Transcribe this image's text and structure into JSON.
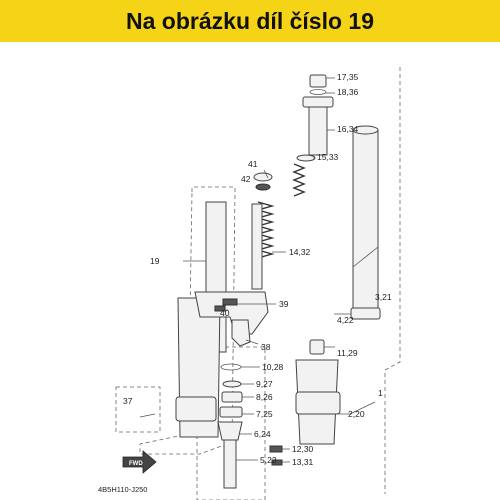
{
  "banner": {
    "title": "Na obrázku díl číslo 19"
  },
  "diagram": {
    "drawing_code": "4B5H110-J250",
    "fwd_label": "FWD",
    "callouts": {
      "c1735": "17,35",
      "c1836": "18,36",
      "c1634": "16,34",
      "c1533": "15,33",
      "c41": "41",
      "c42": "42",
      "c1432": "14,32",
      "c19": "19",
      "c321": "3,21",
      "c39": "39",
      "c40": "40",
      "c422": "4,22",
      "c38": "38",
      "c1129": "11,29",
      "c1028": "10,28",
      "c927": "9,27",
      "c826": "8,26",
      "c1": "1",
      "c37": "37",
      "c725": "7,25",
      "c220": "2,20",
      "c624": "6,24",
      "c523": "5,23",
      "c1230": "12,30",
      "c1331": "13,31"
    }
  }
}
